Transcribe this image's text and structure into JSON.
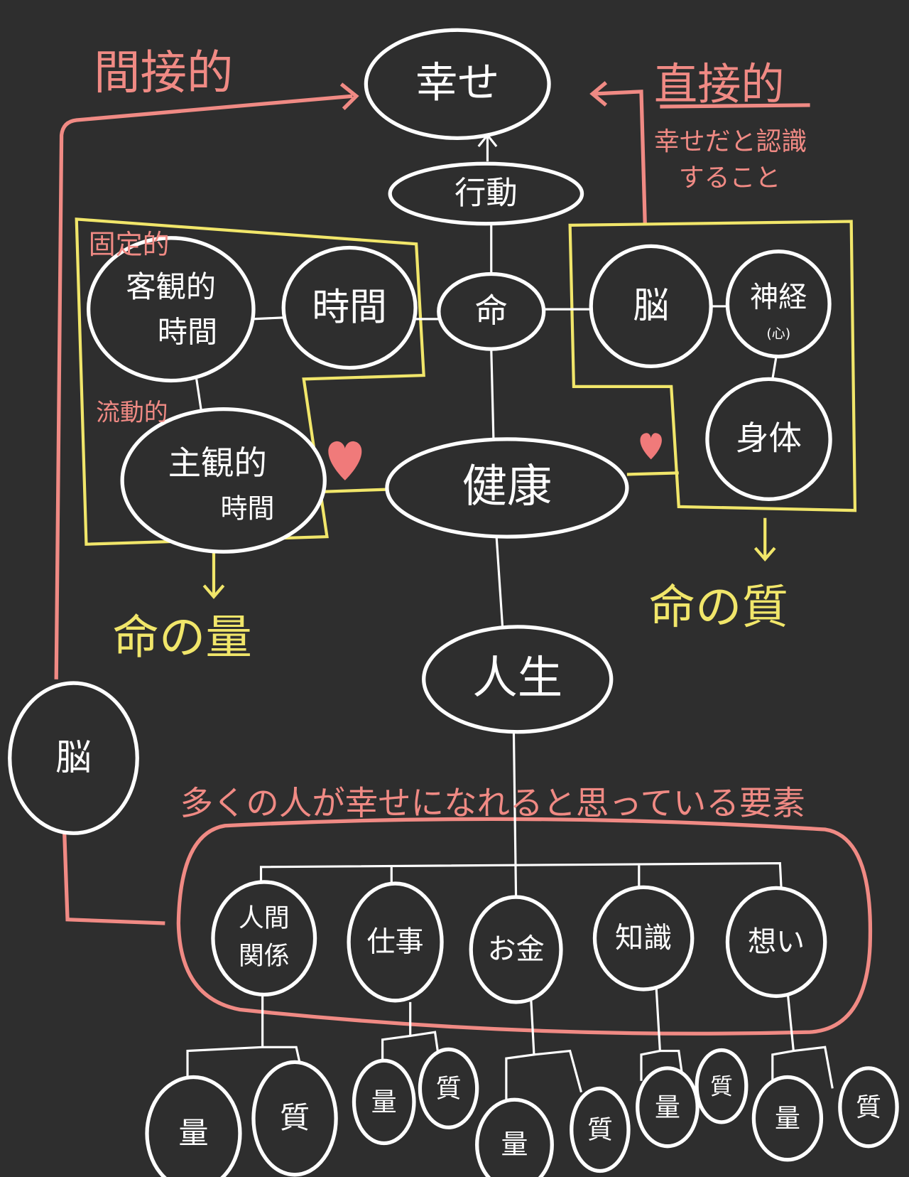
{
  "colors": {
    "background": "#2e2e2e",
    "node": "#ffffff",
    "quantity_quality_groups": "#f1e66a",
    "annotations": "#f08a84",
    "heart": "#f07a7a"
  },
  "nodes": {
    "happiness": "幸せ",
    "action": "行動",
    "life_force": "命",
    "objective_time": [
      "客観的",
      "時間"
    ],
    "time": "時間",
    "subjective_time": [
      "主観的",
      "時間"
    ],
    "health": "健康",
    "brain_right": "脳",
    "nerves": "神経",
    "nerves_note": "(心)",
    "body": "身体",
    "life": "人生",
    "brain_left": "脳",
    "elements": [
      {
        "label": [
          "人間",
          "関係"
        ],
        "children": [
          "量",
          "質"
        ]
      },
      {
        "label": [
          "仕事"
        ],
        "children": [
          "量",
          "質"
        ]
      },
      {
        "label": [
          "お金"
        ],
        "children": [
          "量",
          "質"
        ]
      },
      {
        "label": [
          "知識"
        ],
        "children": [
          "量",
          "質"
        ]
      },
      {
        "label": [
          "想い"
        ],
        "children": [
          "量",
          "質"
        ]
      }
    ]
  },
  "annotations": {
    "indirect": "間接的",
    "direct": "直接的",
    "direct_note": [
      "幸せだと認識",
      "すること"
    ],
    "fixed": "固定的",
    "fluid": "流動的",
    "quantity_of_life": "命の量",
    "quality_of_life": "命の質",
    "elements_caption": "多くの人が幸せになれると思っている要素"
  },
  "icons": [
    "heart-icon",
    "arrow-icon"
  ]
}
